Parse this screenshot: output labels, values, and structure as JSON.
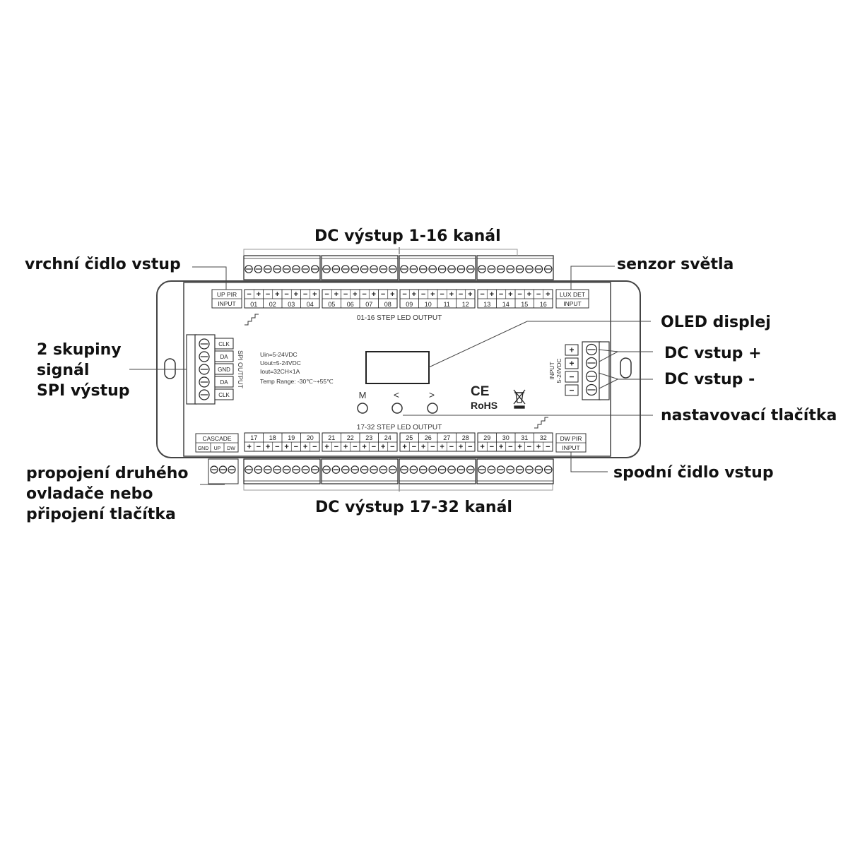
{
  "labels": {
    "top_outputs": "DC výstup 1-16 kanál",
    "bottom_outputs": "DC výstup 17-32 kanál",
    "up_sensor": "vrchní čidlo vstup",
    "lux_sensor": "senzor světla",
    "oled": "OLED displej",
    "dc_plus": "DC vstup +",
    "dc_minus": "DC vstup -",
    "buttons": "nastavovací tlačítka",
    "down_sensor": "spodní čidlo vstup",
    "spi": [
      "2 skupiny",
      "signál",
      "SPI výstup"
    ],
    "cascade": [
      "propojení druhého",
      "ovladače nebo",
      "připojení tlačítka"
    ]
  },
  "device": {
    "up_pir": [
      "UP PIR",
      "INPUT"
    ],
    "lux_det": [
      "LUX DET",
      "INPUT"
    ],
    "dw_pir": [
      "DW PIR",
      "INPUT"
    ],
    "cascade": "CASCADE",
    "cascade_pins": [
      "GND",
      "UP",
      "DW"
    ],
    "top_output_title": "01-16 STEP LED OUTPUT",
    "bottom_output_title": "17-32 STEP LED OUTPUT",
    "spi_output_title": "SPI OUTPUT",
    "spi_pins": [
      "CLK",
      "DA",
      "GND",
      "DA",
      "CLK"
    ],
    "input_title": [
      "INPUT",
      "5-24VDC"
    ],
    "input_pins": [
      "+",
      "+",
      "−",
      "−"
    ],
    "specs": [
      "Uin=5-24VDC",
      "Uout=5-24VDC",
      "Iout=32CH×1A",
      "Temp Range: -30℃~+55℃"
    ],
    "button_labels": [
      "M",
      "<",
      ">"
    ],
    "ce_mark": "CE",
    "rohs_mark": "RoHS",
    "top_channels": [
      "01",
      "02",
      "03",
      "04",
      "05",
      "06",
      "07",
      "08",
      "09",
      "10",
      "11",
      "12",
      "13",
      "14",
      "15",
      "16"
    ],
    "bottom_channels": [
      "17",
      "18",
      "19",
      "20",
      "21",
      "22",
      "23",
      "24",
      "25",
      "26",
      "27",
      "28",
      "29",
      "30",
      "31",
      "32"
    ],
    "top_polarity": "−+",
    "bottom_polarity": "+−"
  }
}
